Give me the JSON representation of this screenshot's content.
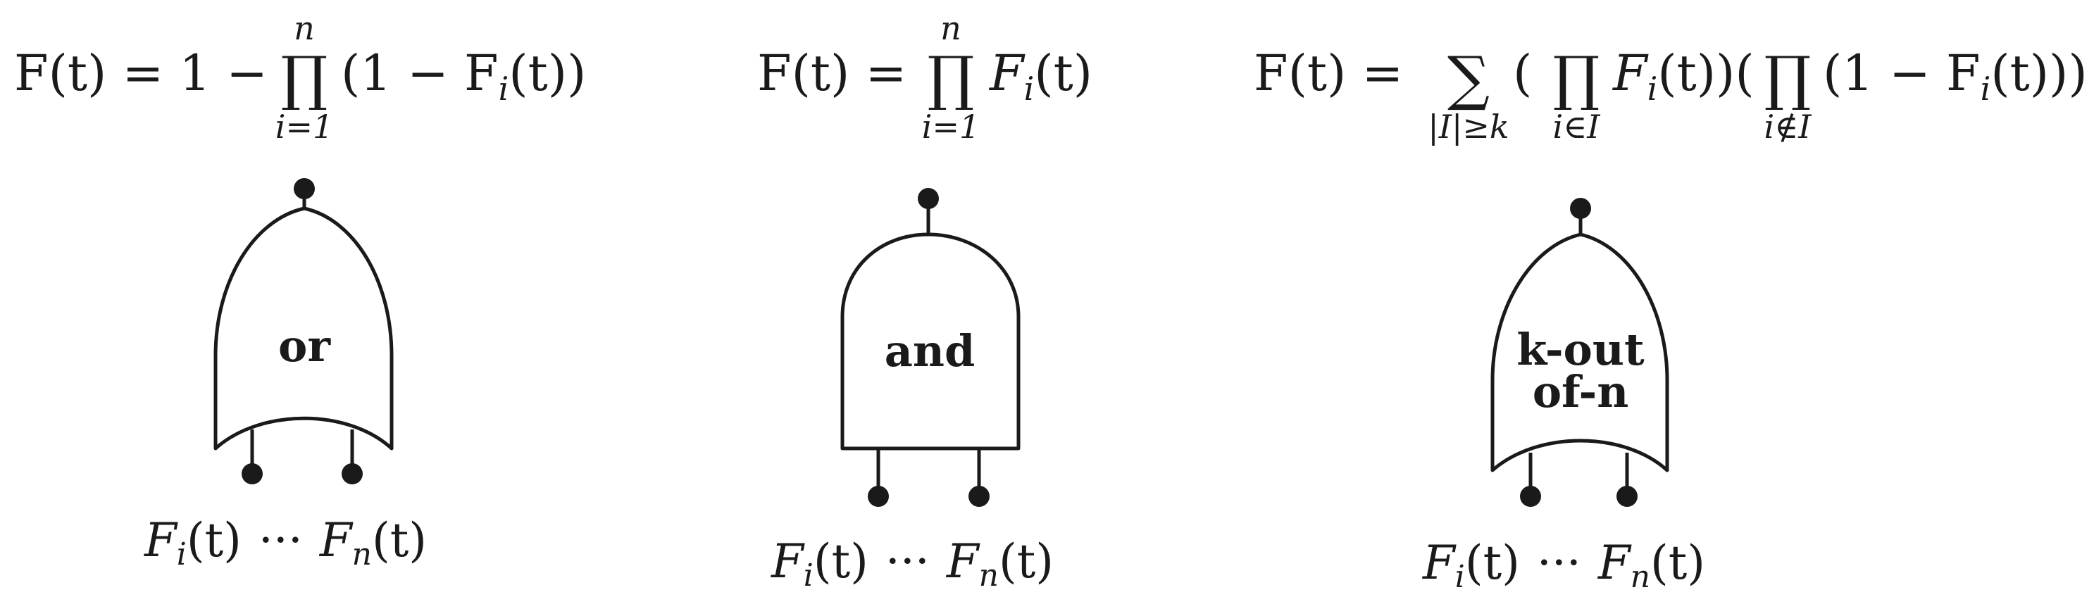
{
  "gates": [
    {
      "type": "or",
      "label_lines": [
        "or"
      ],
      "formula": {
        "lhs": "F(t) = 1 − ",
        "bigop": "∏",
        "upper": "n",
        "lower": "i=1",
        "rhs": "(1 − F",
        "rhs_sub": "i",
        "rhs_end": "(t))"
      },
      "inputs": {
        "first": "F",
        "first_sub": "i",
        "first_arg": "(t)",
        "dots": "···",
        "last": "F",
        "last_sub": "n",
        "last_arg": "(t)"
      }
    },
    {
      "type": "and",
      "label_lines": [
        "and"
      ],
      "formula": {
        "lhs": "F(t) = ",
        "bigop": "∏",
        "upper": "n",
        "lower": "i=1",
        "rhs": "F",
        "rhs_sub": "i",
        "rhs_end": "(t)"
      },
      "inputs": {
        "first": "F",
        "first_sub": "i",
        "first_arg": "(t)",
        "dots": "···",
        "last": "F",
        "last_sub": "n",
        "last_arg": "(t)"
      }
    },
    {
      "type": "k-out-of-n",
      "label_lines": [
        "k-out",
        "of-n"
      ],
      "formula": {
        "lhs": "F(t) = ",
        "sum": "∑",
        "sum_lower": "|I|≥k",
        "prod1": "∏",
        "prod1_lower": "i∈I",
        "term1": "F",
        "term1_sub": "i",
        "term1_end": "(t))(",
        "prod2": "∏",
        "prod2_lower": "i∉I",
        "term2": "(1 − F",
        "term2_sub": "i",
        "term2_end": "(t)))"
      },
      "inputs": {
        "first": "F",
        "first_sub": "i",
        "first_arg": "(t)",
        "dots": "···",
        "last": "F",
        "last_sub": "n",
        "last_arg": "(t)"
      }
    }
  ]
}
